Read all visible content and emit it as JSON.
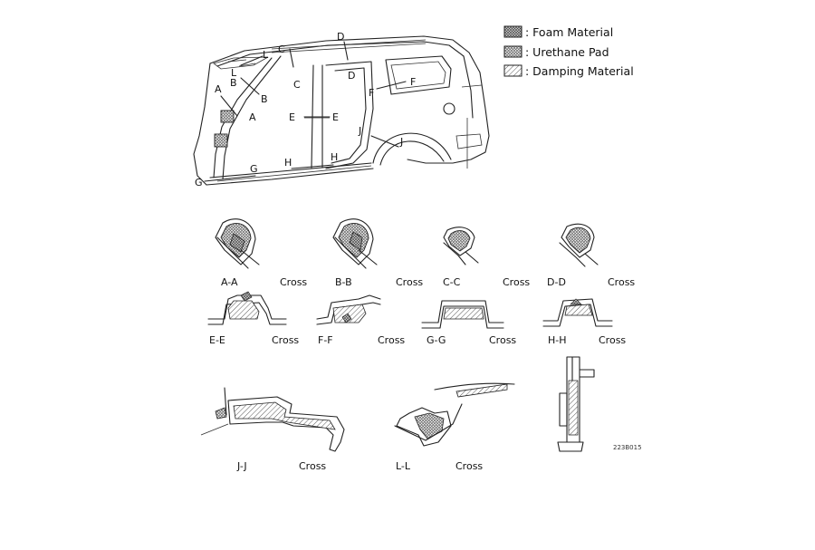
{
  "legend": {
    "foam": ": Foam Material",
    "urethane": ": Urethane Pad",
    "damping": ": Damping Material"
  },
  "callouts": {
    "A": "A",
    "B": "B",
    "C": "C",
    "D": "D",
    "E": "E",
    "F": "F",
    "G": "G",
    "H": "H",
    "J": "J",
    "L": "L"
  },
  "sections": {
    "aa": {
      "name": "A-A",
      "word": "Cross"
    },
    "bb": {
      "name": "B-B",
      "word": "Cross"
    },
    "cc": {
      "name": "C-C",
      "word": "Cross"
    },
    "dd": {
      "name": "D-D",
      "word": "Cross"
    },
    "ee": {
      "name": "E-E",
      "word": "Cross"
    },
    "ff": {
      "name": "F-F",
      "word": "Cross"
    },
    "gg": {
      "name": "G-G",
      "word": "Cross"
    },
    "hh": {
      "name": "H-H",
      "word": "Cross"
    },
    "jj": {
      "name": "J-J",
      "word": "Cross"
    },
    "ll": {
      "name": "L-L",
      "word": "Cross"
    }
  },
  "figure_code": "223B015",
  "colors": {
    "line": "#222222",
    "hatch": "#333333"
  }
}
